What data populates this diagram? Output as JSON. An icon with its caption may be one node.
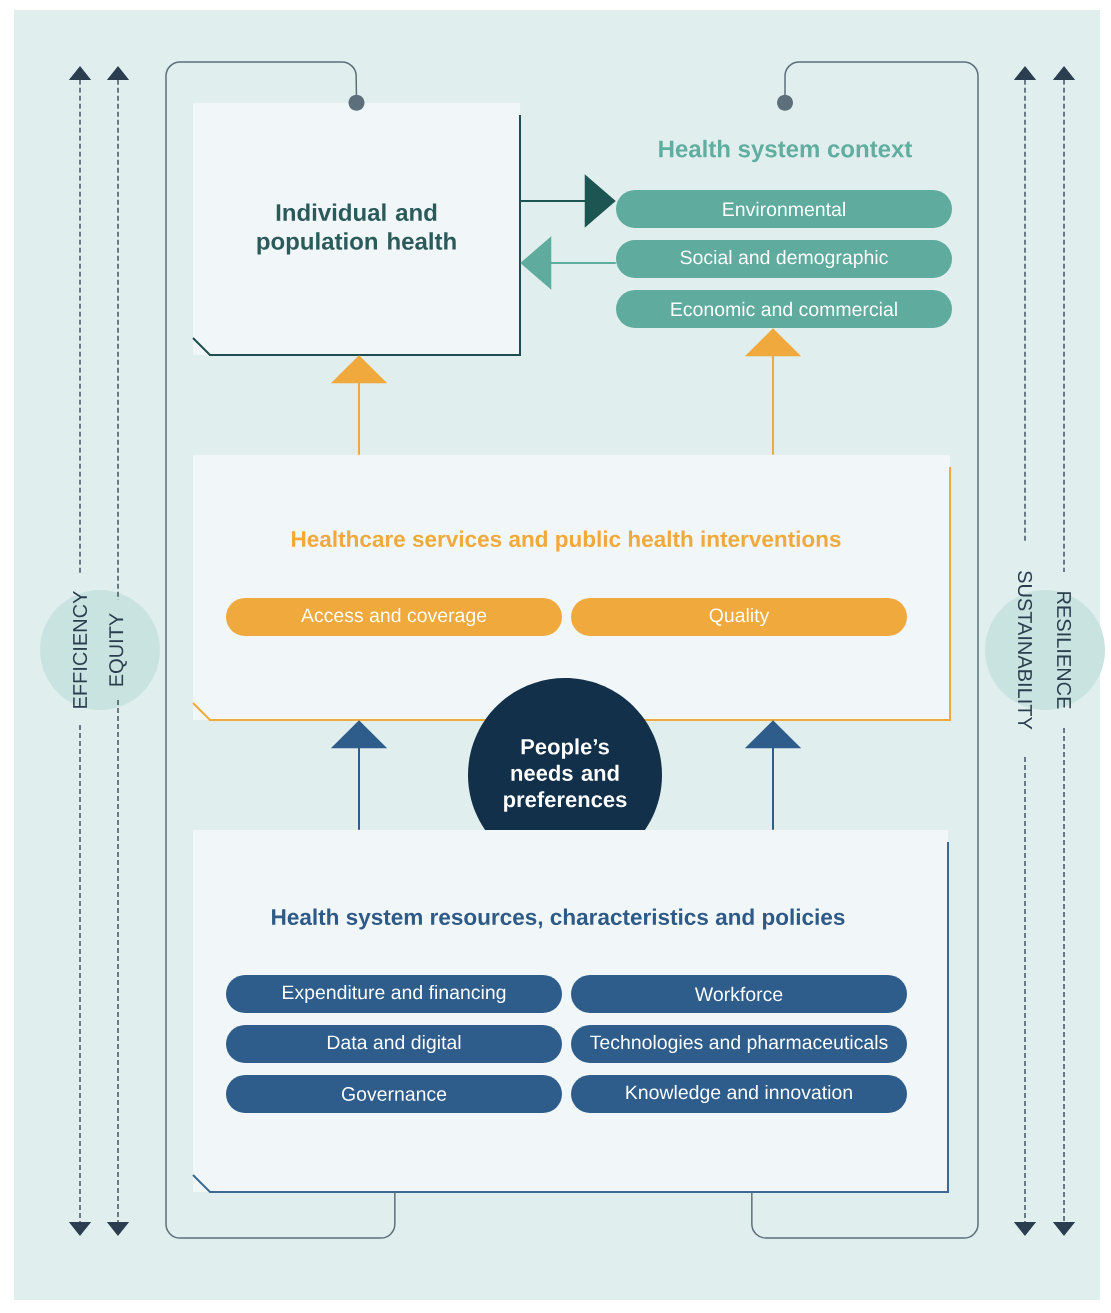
{
  "diagram": {
    "nodes": [
      {
        "text": [
          "Individual and population health"
        ]
      },
      {
        "text": [
          "Health system context"
        ]
      },
      {
        "text": [
          "Environmental"
        ]
      },
      {
        "text": [
          "Social and demographic"
        ]
      },
      {
        "text": [
          "Economic and commercial"
        ]
      },
      {
        "text": [
          "Healthcare services and public health interventions"
        ]
      },
      {
        "text": [
          "Access and coverage"
        ],
        "in": 5
      },
      {
        "text": [
          "Quality"
        ],
        "in": 5
      },
      {
        "text": [
          "People’s needs and preferences"
        ]
      },
      {
        "text": [
          "Health system resources, characteristics and policies"
        ]
      },
      {
        "text": [
          "Expenditure and financing"
        ],
        "in": 9
      },
      {
        "text": [
          "Workforce"
        ],
        "in": 9
      },
      {
        "text": [
          "Data and digital"
        ],
        "in": 9
      },
      {
        "text": [
          "Technologies and pharmaceuticals"
        ],
        "in": 9
      },
      {
        "text": [
          "Governance"
        ],
        "in": 9
      },
      {
        "text": [
          "Knowledge and innovation"
        ],
        "in": 9
      }
    ],
    "edges": [
      {
        "from": 5,
        "to": 0,
        "arrow": "to",
        "color": "#f0a93c"
      },
      {
        "from": 5,
        "to": 4,
        "arrow": "to",
        "color": "#f0a93c"
      },
      {
        "from": 9,
        "to": 5,
        "arrow": "to",
        "color": "#2e5d8c"
      },
      {
        "from": 9,
        "to": 5,
        "arrow": "to",
        "color": "#2e5d8c"
      },
      {
        "from": 0,
        "to": 2,
        "arrow": "to",
        "color": "#1d5552"
      },
      {
        "from": 3,
        "to": 0,
        "arrow": "to",
        "color": "#5fab9e"
      },
      {
        "from": 0,
        "to": 9,
        "arrow": "other",
        "color": "#5d6f7a"
      },
      {
        "from": 1,
        "to": 9,
        "arrow": "other",
        "color": "#5d6f7a"
      }
    ],
    "labels": [
      "EFFICIENCY",
      "EQUITY",
      "SUSTAINABILITY",
      "RESILIENCE"
    ]
  }
}
